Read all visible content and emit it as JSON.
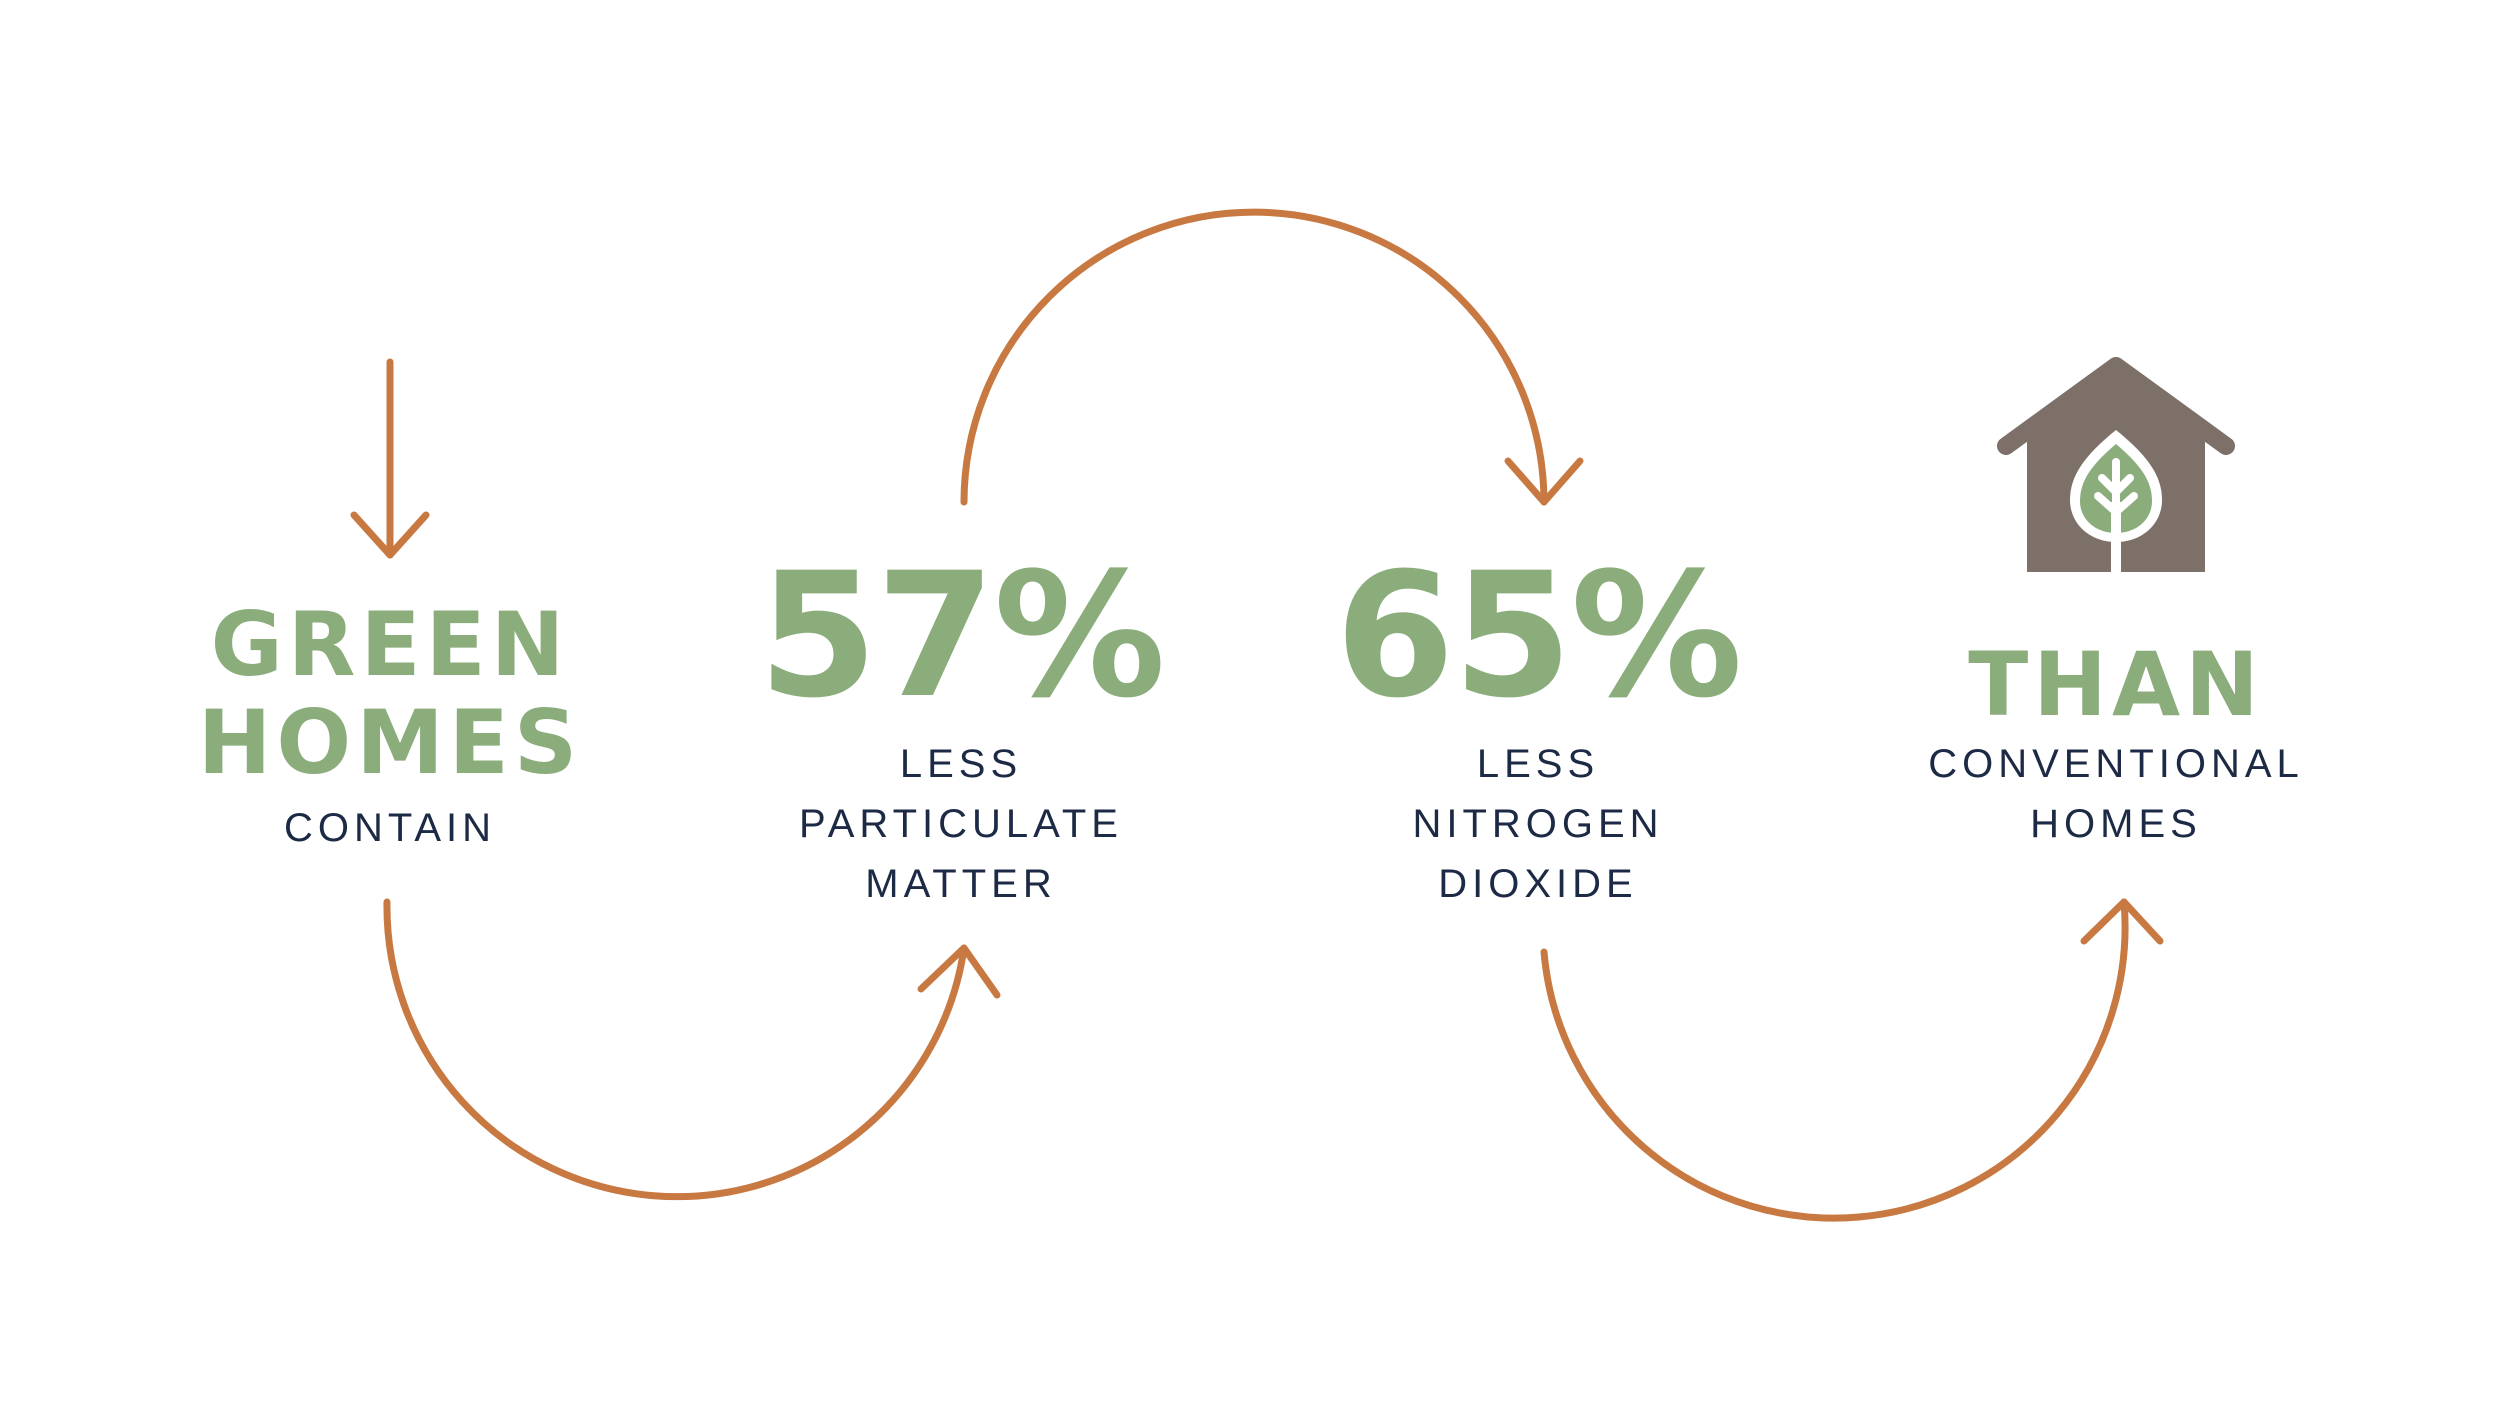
{
  "colors": {
    "accent_green": "#8bad7c",
    "arrow_orange": "#c87941",
    "text_navy": "#1d2a45",
    "house_gray": "#7d7069",
    "background": "#ffffff"
  },
  "steps": [
    {
      "title_line1": "GREEN",
      "title_line2": "HOMES",
      "caption": "CONTAIN"
    },
    {
      "value": "57%",
      "caption_lines": [
        "LESS",
        "PARTICULATE",
        "MATTER"
      ]
    },
    {
      "value": "65%",
      "caption_lines": [
        "LESS",
        "NITROGEN",
        "DIOXIDE"
      ]
    },
    {
      "title": "THAN",
      "caption_lines": [
        "CONVENTIONAL",
        "HOMES"
      ]
    }
  ],
  "icons": {
    "house": "house-with-leaf-icon",
    "arrow": "arrow-icon"
  }
}
